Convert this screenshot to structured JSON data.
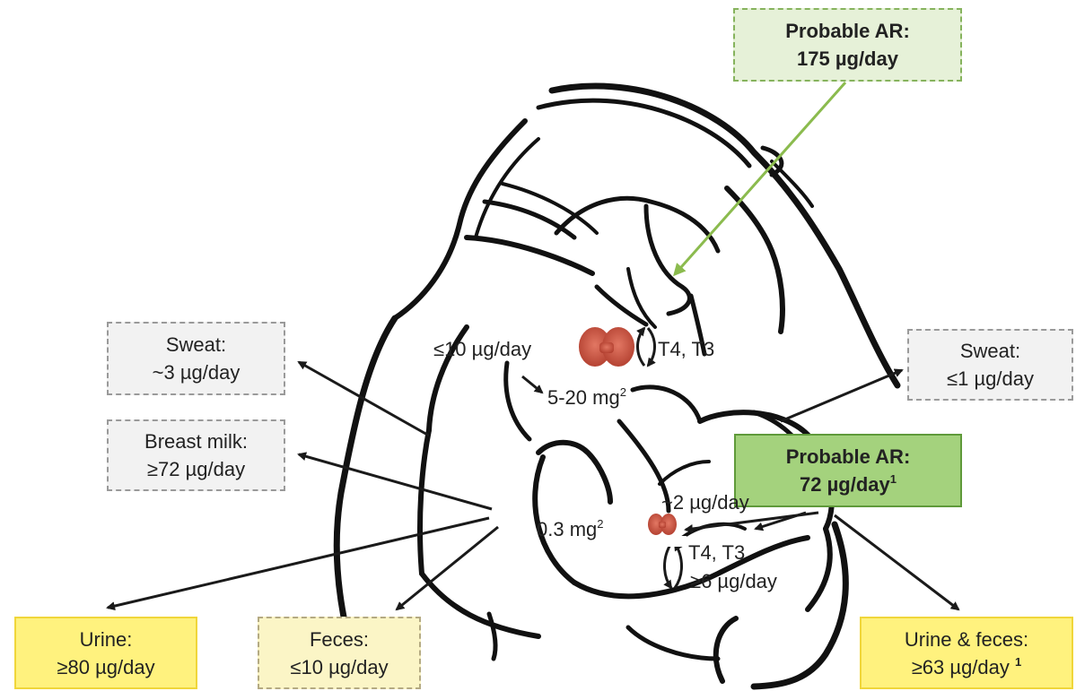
{
  "mother": {
    "probable_ar": {
      "title": "Probable AR:",
      "value": "175 µg/day"
    },
    "thyroid_intake": "≤10 µg/day",
    "thyroid_hormones": "T4, T3",
    "thyroid_store": {
      "value": "5-20 mg",
      "ref": "2"
    },
    "sweat": {
      "title": "Sweat:",
      "value": "~3 µg/day"
    },
    "breast_milk": {
      "title": "Breast milk:",
      "value": "≥72 µg/day"
    },
    "urine": {
      "title": "Urine:",
      "value": "≥80 µg/day"
    },
    "feces": {
      "title": "Feces:",
      "value": "≤10 µg/day"
    }
  },
  "infant": {
    "probable_ar": {
      "title": "Probable AR:",
      "value": "72 µg/day",
      "ref": "1"
    },
    "thyroid_intake": "~2 µg/day",
    "thyroid_store": {
      "value": "0.3 mg",
      "ref": "2"
    },
    "thyroid_hormones": "T4, T3",
    "thyroid_output": "≥6 µg/day",
    "sweat": {
      "title": "Sweat:",
      "value": "≤1 µg/day"
    },
    "urine_feces": {
      "title": "Urine & feces:",
      "value": "≥63 µg/day",
      "ref": "1"
    }
  },
  "colors": {
    "outline": "#111111",
    "green_arrow": "#8bbb4e",
    "arrow": "#1a1a1a",
    "thyroid": "#c9503f"
  },
  "icons": [
    "thyroid-icon",
    "infant-thyroid-icon"
  ]
}
